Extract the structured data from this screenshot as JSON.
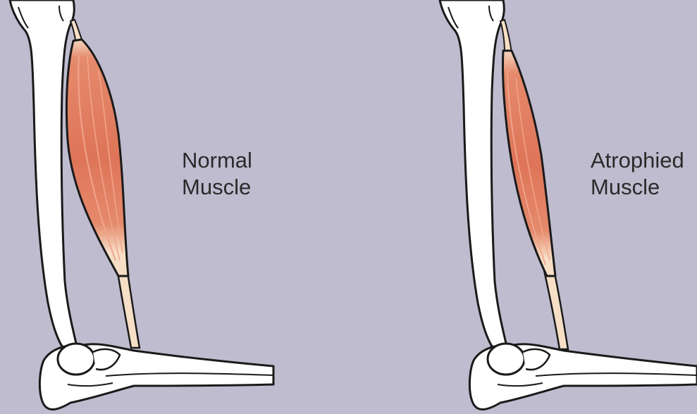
{
  "panels": {
    "normal": {
      "label_line1": "Normal",
      "label_line2": "Muscle"
    },
    "atrophied": {
      "label_line1": "Atrophied",
      "label_line2": "Muscle"
    }
  },
  "colors": {
    "background": "#bfbccf",
    "bone_fill": "#ffffff",
    "bone_outline": "#1a1a1a",
    "muscle_fill": "#e07a5f",
    "muscle_highlight": "#f2a58c",
    "tendon_fill": "#f6dfc6"
  }
}
